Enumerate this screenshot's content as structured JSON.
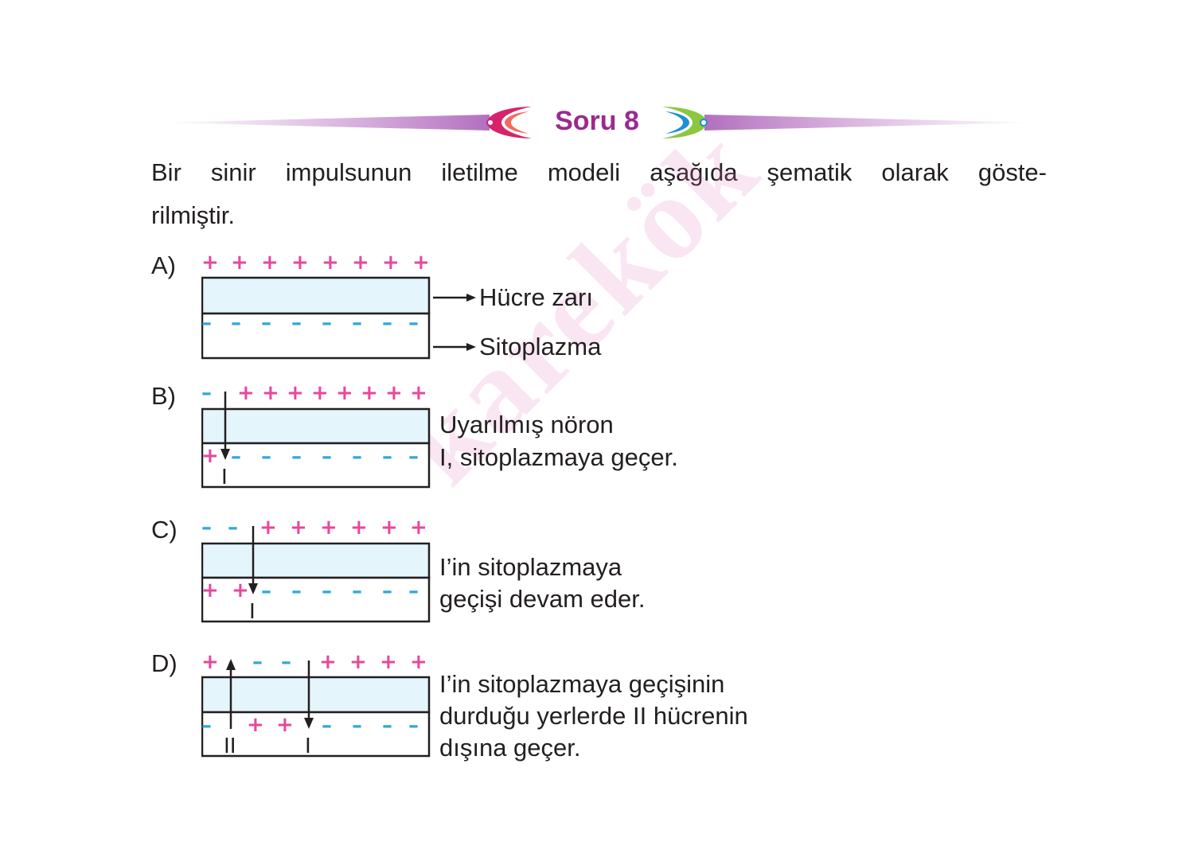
{
  "header": {
    "title": "Soru 8"
  },
  "question": {
    "line1": "Bir sinir impulsunun iletilme modeli aşağıda şematik olarak göste-",
    "line2": "rilmiştir."
  },
  "watermark": "karekök",
  "symbols": {
    "plus": "+",
    "minus": "–",
    "ion1": "I",
    "ion2": "II"
  },
  "panels": [
    {
      "label": "A)",
      "notes": [
        "Hücre zarı",
        "Sitoplazma"
      ]
    },
    {
      "label": "B)",
      "notes": [
        "Uyarılmış nöron",
        "I, sitoplazmaya geçer."
      ]
    },
    {
      "label": "C)",
      "notes": [
        "I’in sitoplazmaya",
        "geçişi devam eder."
      ]
    },
    {
      "label": "D)",
      "notes": [
        "I’in sitoplazmaya geçişinin",
        "durduğu yerlerde II hücrenin",
        "dışına geçer."
      ]
    }
  ],
  "colors": {
    "title": "#9b2a8e",
    "plus": "#e8479b",
    "minus": "#2fa8d8",
    "membrane": "#e4f5fb"
  }
}
